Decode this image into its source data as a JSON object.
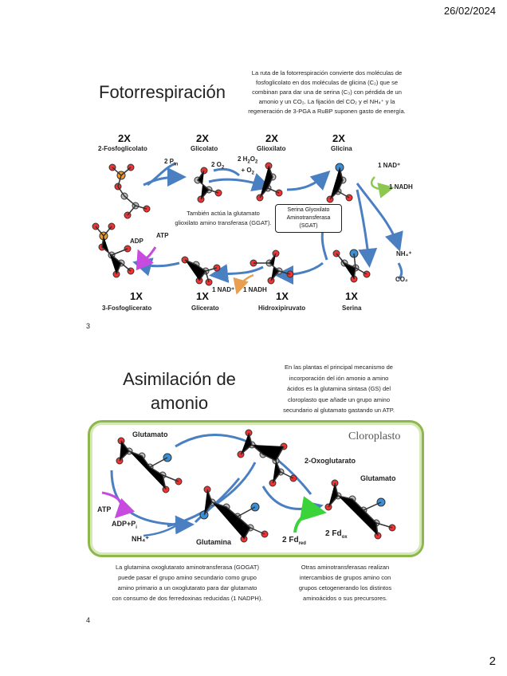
{
  "header": {
    "date": "26/02/2024"
  },
  "footer": {
    "page_number": "2"
  },
  "slide3": {
    "number": "3",
    "title": "Fotorrespiración",
    "blurb": [
      "La ruta de la fotorrespiración convierte dos moléculas de",
      "fosfoglicolato en dos moléculas de glicina (C₂) que se",
      "combinan para dar una de serina (C₃) con pérdida de un",
      "amonio y un CO₂. La fijación del CO₂ y el NH₄⁺ y la",
      "regeneración de 3-PGA a RuBP suponen gasto de energía."
    ],
    "coef_2x": "2X",
    "coef_1x": "1X",
    "names": {
      "phosphoglycolate": "2-Fosfoglicolato",
      "glycolate": "Glicolato",
      "glyoxylate": "Glioxilato",
      "glycine": "Glicina",
      "phosphoglycerate": "3-Fosfoglicerato",
      "glycerate": "Glicerato",
      "hydroxypyruvate": "Hidroxipiruvato",
      "serine": "Serina"
    },
    "labels": {
      "pi": "2 P",
      "pi_sub": "in",
      "o2": "2 O",
      "o2_sub": "2",
      "h2o2_a": "2 H",
      "h2o2_b": "2",
      "h2o2_c": "O",
      "h2o2_d": "2",
      "plus_o2": "+ O",
      "plus_o2_sub": "2",
      "nad": "1 NAD⁺",
      "nadh": "1 NADH",
      "nh4": "NH₄⁺",
      "co2": "CO₂",
      "adp": "ADP",
      "atp": "ATP",
      "nad_bottom": "1 NAD⁺",
      "nadh_bottom": "1 NADH"
    },
    "ggat_note": [
      "También actúa la glutamato",
      "glioxilato amino transferasa (GGAT)."
    ],
    "ggat_box": [
      "Serina Glyoxilato",
      "Aminotransferasa",
      "(SGAT)"
    ]
  },
  "slide4": {
    "number": "4",
    "title": [
      "Asimilación de",
      "amonio"
    ],
    "blurb": [
      "En las plantas el principal mecanismo de",
      "incorporación del ión amonio a amino",
      "ácidos es la glutamina sintasa (GS) del",
      "cloroplasto que añade un grupo amino",
      "secundario al glutamato gastando un ATP."
    ],
    "chloroplast_label": "Cloroplasto",
    "names": {
      "glutamate_left": "Glutamato",
      "oxoglutarate": "2-Oxoglutarato",
      "glutamate_right": "Glutamato",
      "glutamine": "Glutamina"
    },
    "labels": {
      "atp": "ATP",
      "adp_pi": "ADP+P",
      "adp_pi_sub": "i",
      "nh4": "NH₄⁺",
      "fd_red": "2 Fd",
      "fd_red_sub": "red",
      "fd_ox": "2 Fd",
      "fd_ox_sub": "ox"
    },
    "note_left": [
      "La glutamina oxoglutarato aminotransferasa (GOGAT)",
      "puede pasar el grupo amino secundario como grupo",
      "amino primario a un oxoglutarato para dar glutamato",
      "con consumo de dos ferredoxinas reducidas (1 NADPH)."
    ],
    "note_right": [
      "Otras aminotransferasas realizan",
      "intercambios de grupos amino con",
      "grupos cetogenerando los distintos",
      "aminoácidos o sus precursores."
    ]
  },
  "colors": {
    "arrow_blue": "#4a7fc1",
    "magenta": "#c84be0",
    "green": "#3ad43a",
    "orange": "#e8a050",
    "olive": "#8cb84c"
  }
}
